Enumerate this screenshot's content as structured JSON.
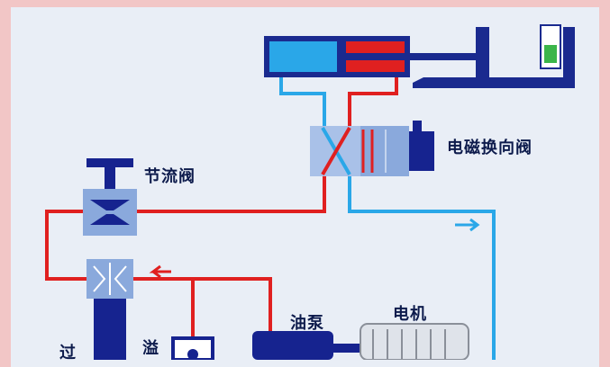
{
  "labels": {
    "solenoid_valve": "电磁换向阀",
    "throttle_valve": "节流阀",
    "oil_pump": "油泵",
    "motor": "电机",
    "filter": "过",
    "relief_valve": "溢"
  },
  "colors": {
    "background": "#f2c6c6",
    "panel": "#e9eef6",
    "pressure_line": "#e02020",
    "return_line": "#2aa7e8",
    "component_dark": "#16238f",
    "component_light": "#8aa9dc"
  }
}
